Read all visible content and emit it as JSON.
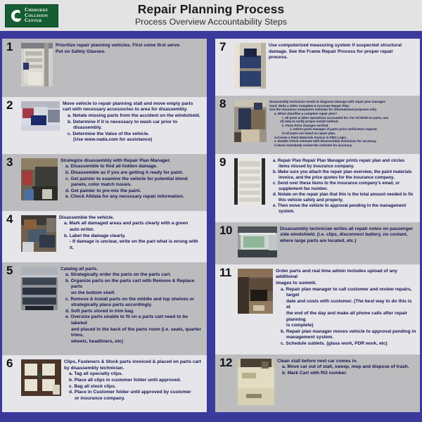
{
  "header": {
    "logo": {
      "name": "cherokee-collision-center-logo",
      "line1": "CHEROKEE",
      "line2": "COLLISION",
      "line3": "CENTER"
    },
    "title": "Repair Planning Process",
    "subtitle": "Process Overview Accountability Steps",
    "accent_color": "#3a3a9c",
    "logo_color": "#155e33",
    "header_bg": "#e3e3e3",
    "text_color": "#141452"
  },
  "steps": [
    {
      "number": "1",
      "column": "left",
      "row_shade": "dark",
      "image_alt": "repair-planning-board-photo",
      "lines": [
        {
          "level": 0,
          "text": "Prioritize repair planning vehicles.  First come first serve."
        },
        {
          "level": 0,
          "text": "Put on Safety Glasses."
        }
      ]
    },
    {
      "number": "2",
      "column": "left",
      "row_shade": "light",
      "image_alt": "vehicles-in-lot-photo",
      "lines": [
        {
          "level": 0,
          "text": "Move vehicle to repair planning stall and move empty parts"
        },
        {
          "level": 0,
          "text": "cart with necessary accessories to area for disassembly."
        },
        {
          "level": 1,
          "text": "a. Notate missing parts from the accident on the windshield."
        },
        {
          "level": 1,
          "text": "b. Determine if it is necessary to wash car prior to"
        },
        {
          "level": 9,
          "text": "disassembly."
        },
        {
          "level": 1,
          "text": "c. Determine the Value of the vehicle."
        },
        {
          "level": 9,
          "text": "(Use www.nada.com for assistance)"
        }
      ]
    },
    {
      "number": "3",
      "column": "left",
      "row_shade": "dark",
      "image_alt": "vehicle-disassembly-bay-photo",
      "lines": [
        {
          "level": 0,
          "text": "Strategize disassembly with Repair Plan Manager."
        },
        {
          "level": 1,
          "text": "a. Disassemble to find all hidden damage."
        },
        {
          "level": 1,
          "text": "b. Disassemble as if you are getting it ready for paint."
        },
        {
          "level": 1,
          "text": "c. Get painter to examine the vehicle for potential blend"
        },
        {
          "level": 9,
          "text": "panels, color match issues."
        },
        {
          "level": 1,
          "text": "d. Get painter to pre-mix the paint."
        },
        {
          "level": 1,
          "text": "e. Check Alldata for any necessary repair information."
        }
      ]
    },
    {
      "number": "4",
      "column": "left",
      "row_shade": "light",
      "image_alt": "disassembled-parts-photo",
      "lines": [
        {
          "level": 0,
          "text": "Disassemble the vehicle."
        },
        {
          "level": 1,
          "text": "a. Mark all damaged areas and parts clearly with a green"
        },
        {
          "level": 9,
          "text": "auto writer."
        },
        {
          "level": 1,
          "text": "b. Label the damage clearly."
        },
        {
          "level": 9,
          "text": "- If damage is unclear, write on the part what is wrong with it."
        }
      ]
    },
    {
      "number": "5",
      "column": "left",
      "row_shade": "dark",
      "image_alt": "parts-cart-shelves-photo",
      "lines": [
        {
          "level": 0,
          "text": "Catalog all parts."
        },
        {
          "level": 1,
          "text": "a. Strategically order the parts on the parts cart."
        },
        {
          "level": 1,
          "text": "b. Organize parts on the parts cart with Remove & Replace parts"
        },
        {
          "level": 9,
          "text": "on the bottom shelf."
        },
        {
          "level": 1,
          "text": "c. Remove & Install parts on the middle and top shelves or"
        },
        {
          "level": 9,
          "text": "strategically place parts accordingly."
        },
        {
          "level": 1,
          "text": "d. Soft parts stored in trim bag."
        },
        {
          "level": 1,
          "text": "e. Oversize parts unable to fit on a parts cart need to be labeled"
        },
        {
          "level": 9,
          "text": "and placed in the back of the parts room (i.e. seats, quarter trims,"
        },
        {
          "level": 9,
          "text": "wheels, headliners, etc)"
        }
      ]
    },
    {
      "number": "6",
      "column": "left",
      "row_shade": "light",
      "image_alt": "clip-bags-on-board-photo",
      "lines": [
        {
          "level": 0,
          "text": "Clips, Fasteners & Stock parts invoiced & placed on parts cart"
        },
        {
          "level": 0,
          "text": "by disassembly technician."
        },
        {
          "level": 1,
          "text": "a. Tag all specialty clips."
        },
        {
          "level": 1,
          "text": "b. Place all clips in customer folder until approved."
        },
        {
          "level": 1,
          "text": "c. Bag all stock clips."
        },
        {
          "level": 1,
          "text": "d. Place in Customer folder until approved by customer"
        },
        {
          "level": 9,
          "text": "or insurance company."
        }
      ]
    },
    {
      "number": "7",
      "column": "right",
      "row_shade": "light",
      "image_alt": "computerized-measuring-system-photo",
      "lines": [
        {
          "level": 0,
          "text": "Use computerized measuring system if suspected structural"
        },
        {
          "level": 0,
          "text": "damage.  See the Frame Repair Process for proper repair"
        },
        {
          "level": 0,
          "text": "process."
        }
      ]
    },
    {
      "number": "8",
      "column": "right",
      "row_shade": "dark",
      "size": "tiny",
      "image_alt": "technician-at-vehicle-photo",
      "lines": [
        {
          "level": 0,
          "text": "Disassembly technician needs to diagnose damage with repair plan manager."
        },
        {
          "level": 0,
          "text": "Goal: Write a 100% Complete & Accurate Repair Plan."
        },
        {
          "level": 0,
          "text": "Use the insurance companies estimate for informational purposes only."
        },
        {
          "level": 1,
          "text": "a. What classifies a complete repair plan?"
        },
        {
          "level": 2,
          "text": "i.  All parts & labor operations accounted for.  For All Weld on parts, use"
        },
        {
          "level": 9,
          "text": "All data to verify proper install method."
        },
        {
          "level": 2,
          "text": "ii. Parts Price changes verified."
        },
        {
          "level": 3,
          "text": "1. Inform parts manager of parts price verification request."
        },
        {
          "level": 2,
          "text": "iii.All parts are listed on repair plan."
        },
        {
          "level": 1,
          "text": "iv.Create a Paint Materials Invoice in PMC Logic."
        },
        {
          "level": 1,
          "text": "v. Double Check estimate with Disassembly technician for accuracy."
        },
        {
          "level": 1,
          "text": "vi.Have somebody review the estimate for accuracy."
        }
      ]
    },
    {
      "number": "9",
      "column": "right",
      "row_shade": "light",
      "size": "mid",
      "image_alt": "printed-repair-plan-photo",
      "lines": [
        {
          "level": 1,
          "text": "a. Repair Plan Repair Plan Manager prints repair plan and circles"
        },
        {
          "level": 9,
          "text": "items missed by insurance company."
        },
        {
          "level": 1,
          "text": "b. Make sure you attach the repair plan overview, the paint materials"
        },
        {
          "level": 9,
          "text": "invoice, and the price quotes for the insurance company."
        },
        {
          "level": 1,
          "text": "c. Send over these items to the insurance company's email, or"
        },
        {
          "level": 9,
          "text": "supplement fax number."
        },
        {
          "level": 1,
          "text": "d. Notate on the repair plan that this is the total amount needed to fix"
        },
        {
          "level": 9,
          "text": "this vehicle safely and properly."
        },
        {
          "level": 1,
          "text": "e. Then move the vehicle to approval pending in the management"
        },
        {
          "level": 9,
          "text": "system."
        }
      ]
    },
    {
      "number": "10",
      "column": "right",
      "row_shade": "dark",
      "image_alt": "windshield-repair-notes-photo",
      "lines": [
        {
          "level": 0,
          "text": "Disassembly technician writes all repair notes on passenger"
        },
        {
          "level": 0,
          "text": "side windshield.  (i.e. clips, disconnect battery, no coolant,"
        },
        {
          "level": 0,
          "text": "where large parts are located, etc.)"
        }
      ]
    },
    {
      "number": "11",
      "column": "right",
      "row_shade": "light",
      "image_alt": "office-meeting-photo",
      "lines": [
        {
          "level": 0,
          "text": "Order parts and real time admin includes upload of any additional"
        },
        {
          "level": 0,
          "text": "images to summit."
        },
        {
          "level": 1,
          "text": "a. Repair plan manager to call customer and review repairs, target"
        },
        {
          "level": 9,
          "text": "date and costs with customer.  (The best way to do this is at"
        },
        {
          "level": 9,
          "text": "the end of the day and make all phone calls after repair planning"
        },
        {
          "level": 9,
          "text": "is complete)"
        },
        {
          "level": 1,
          "text": "b. Repair plan manager moves vehicle to approval pending in"
        },
        {
          "level": 9,
          "text": "management system."
        },
        {
          "level": 1,
          "text": "c. Schedule sublets. (glass work, PDR work, etc)"
        }
      ]
    },
    {
      "number": "12",
      "column": "right",
      "row_shade": "dark",
      "image_alt": "clean-shop-floor-photo",
      "lines": [
        {
          "level": 0,
          "text": "Clean stall before next car comes in."
        },
        {
          "level": 1,
          "text": "a. Move car out of stall, sweep, mop and dispose of trash."
        },
        {
          "level": 1,
          "text": "b. Mark Cart with RO number."
        }
      ]
    }
  ]
}
